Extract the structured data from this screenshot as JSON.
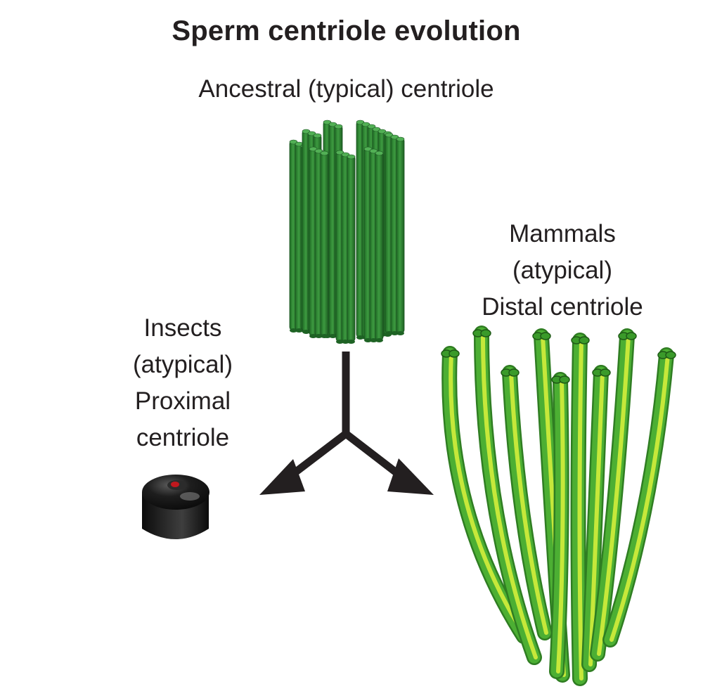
{
  "title": "Sperm centriole evolution",
  "ancestral": {
    "label": "Ancestral (typical) centriole"
  },
  "mammals": {
    "lines": [
      "Mammals",
      "(atypical)",
      "Distal centriole"
    ]
  },
  "insects": {
    "lines": [
      "Insects",
      "(atypical)",
      "Proximal",
      "centriole"
    ]
  },
  "colors": {
    "ancestral_green": "#2f8a34",
    "mammal_green": "#4caf33",
    "mammal_highlight": "#c6e83a",
    "insect_body": "#1a1a1a",
    "insect_dot": "#c0181e",
    "arrow": "#231f20"
  }
}
